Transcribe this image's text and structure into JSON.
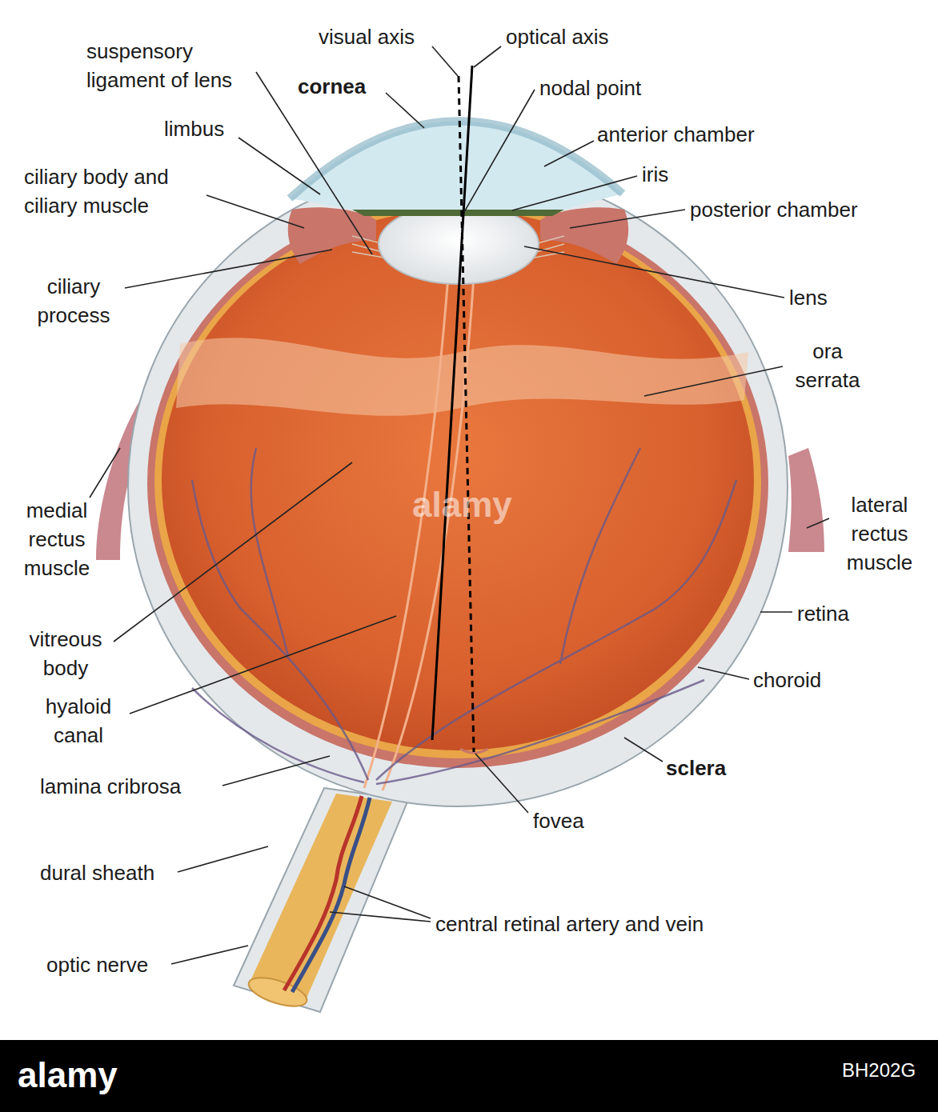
{
  "diagram": {
    "labels": [
      "visual axis",
      "optical axis",
      "suspensory ligament of lens",
      "cornea",
      "nodal point",
      "anterior chamber",
      "limbus",
      "ciliary body and ciliary muscle",
      "iris",
      "posterior chamber",
      "ciliary process",
      "lens",
      "ora serrata",
      "medial rectus muscle",
      "lateral rectus muscle",
      "retina",
      "vitreous body",
      "choroid",
      "hyaloid canal",
      "sclera",
      "lamina cribrosa",
      "fovea",
      "dural sheath",
      "central retinal artery and vein",
      "optic nerve",
      "alamy",
      "alamy",
      "BH202G"
    ]
  }
}
